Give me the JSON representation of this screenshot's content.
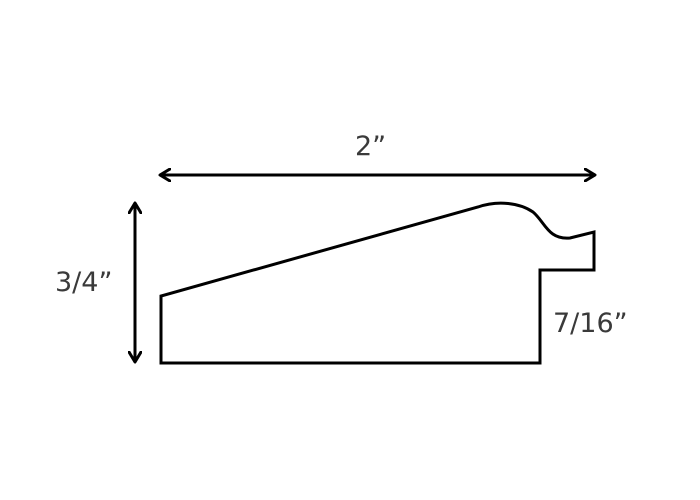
{
  "diagram": {
    "dimensions": {
      "width": "2”",
      "height": "3/4”",
      "step_height": "7/16”"
    },
    "colors": {
      "stroke": "#000000",
      "label": "#3a3a3a",
      "background": "#ffffff"
    }
  }
}
